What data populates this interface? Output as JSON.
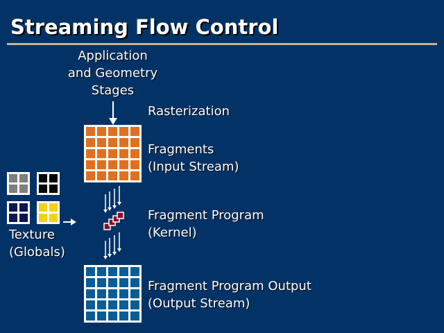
{
  "slide": {
    "title": "Streaming Flow Control"
  },
  "labels": {
    "app_stages": [
      "Application",
      "and Geometry",
      "Stages"
    ],
    "rasterization": "Rasterization",
    "fragments": [
      "Fragments",
      "(Input Stream)"
    ],
    "fragment_program": [
      "Fragment Program",
      "(Kernel)"
    ],
    "fragment_output": [
      "Fragment Program Output",
      "(Output Stream)"
    ],
    "texture": [
      "Texture",
      "(Globals)"
    ]
  },
  "colors": {
    "background": "#033366",
    "rule": "#c8b290",
    "input_stream": "#e07020",
    "output_stream": "#0a5c96",
    "kernel": "#8c0a2c",
    "texture_gray": "#7f7f7f",
    "texture_black": "#000000",
    "texture_navy": "#0a1650",
    "texture_yellow": "#f2d01e"
  },
  "icons": {
    "input_grid": "grid-5x5-icon",
    "output_grid": "grid-5x5-icon",
    "kernel": "stacked-squares-icon",
    "textures": [
      "gray-texture-icon",
      "black-texture-icon",
      "navy-texture-icon",
      "yellow-texture-icon"
    ]
  }
}
